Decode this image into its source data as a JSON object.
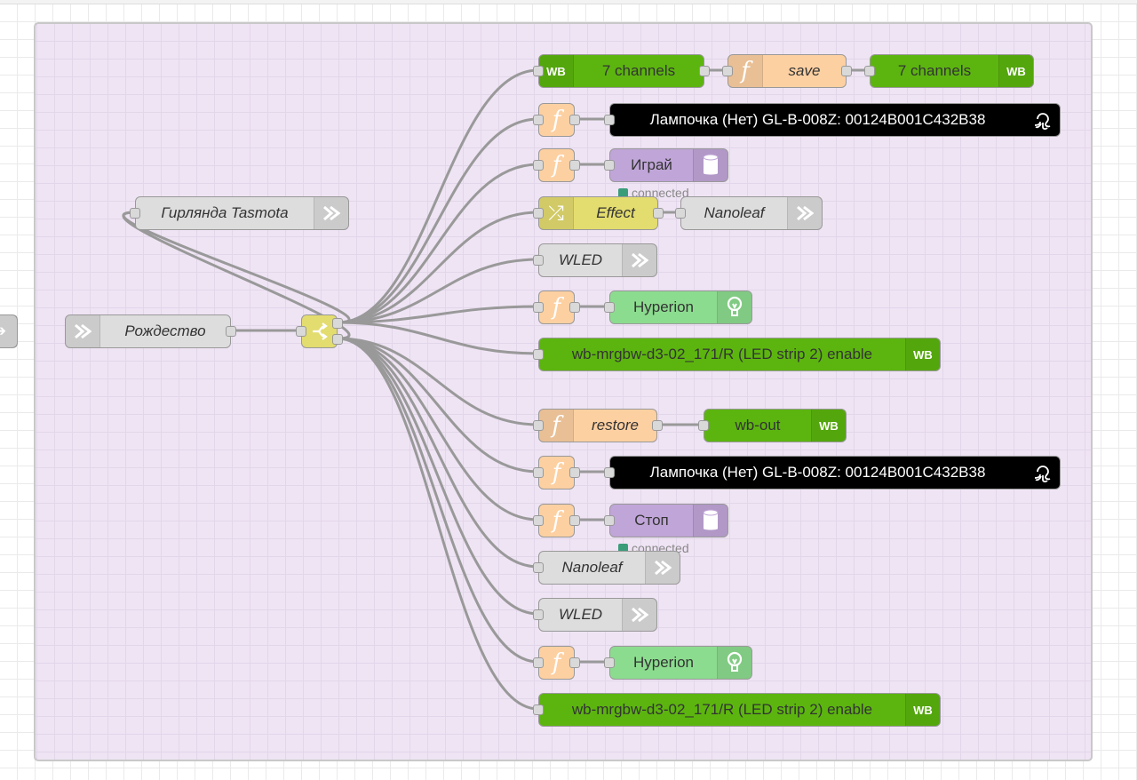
{
  "colors": {
    "function": "#fdd0a2",
    "wb": "#5cb50f",
    "zigbee": "#000000",
    "mpd": "#c0a5d8",
    "hyperion": "#8cdc8f",
    "link": "#dddddd",
    "change": "#e3dc6f",
    "switch": "#e3dc6f",
    "group": "#efe4f4"
  },
  "nodes": [
    {
      "type": "link",
      "label": "Рождество",
      "icon": "link-in-icon"
    },
    {
      "type": "switch",
      "label": "",
      "icon": "switch-icon"
    },
    {
      "type": "link",
      "label": "Гирлянда Tasmota",
      "icon": "link-out-icon"
    },
    {
      "type": "wb",
      "label": "7 channels",
      "icon": "WB"
    },
    {
      "type": "function",
      "label": "save",
      "icon": "function-icon"
    },
    {
      "type": "wb",
      "label": "7 channels",
      "icon": "WB"
    },
    {
      "type": "function",
      "label": "",
      "icon": "function-icon"
    },
    {
      "type": "zigbee",
      "label": "Лампочка (Нет) GL-B-008Z: 00124B001C432B38",
      "icon": "octopus-icon"
    },
    {
      "type": "function",
      "label": "",
      "icon": "function-icon"
    },
    {
      "type": "mpd",
      "label": "Играй",
      "icon": "cylinder-icon",
      "status": "connected"
    },
    {
      "type": "change",
      "label": "Effect",
      "icon": "shuffle-icon"
    },
    {
      "type": "link",
      "label": "Nanoleaf",
      "icon": "link-out-icon"
    },
    {
      "type": "link",
      "label": "WLED",
      "icon": "link-out-icon"
    },
    {
      "type": "function",
      "label": "",
      "icon": "function-icon"
    },
    {
      "type": "hyperion",
      "label": "Hyperion",
      "icon": "bulb-icon"
    },
    {
      "type": "wb",
      "label": "wb-mrgbw-d3-02_171/R (LED strip 2) enable",
      "icon": "WB"
    },
    {
      "type": "function",
      "label": "restore",
      "icon": "function-icon"
    },
    {
      "type": "wb",
      "label": "wb-out",
      "icon": "WB"
    },
    {
      "type": "function",
      "label": "",
      "icon": "function-icon"
    },
    {
      "type": "zigbee",
      "label": "Лампочка (Нет) GL-B-008Z: 00124B001C432B38",
      "icon": "octopus-icon"
    },
    {
      "type": "function",
      "label": "",
      "icon": "function-icon"
    },
    {
      "type": "mpd",
      "label": "Стоп",
      "icon": "cylinder-icon",
      "status": "connected"
    },
    {
      "type": "link",
      "label": "Nanoleaf",
      "icon": "link-out-icon"
    },
    {
      "type": "link",
      "label": "WLED",
      "icon": "link-out-icon"
    },
    {
      "type": "function",
      "label": "",
      "icon": "function-icon"
    },
    {
      "type": "hyperion",
      "label": "Hyperion",
      "icon": "bulb-icon"
    },
    {
      "type": "wb",
      "label": "wb-mrgbw-d3-02_171/R (LED strip 2) enable",
      "icon": "WB"
    }
  ]
}
